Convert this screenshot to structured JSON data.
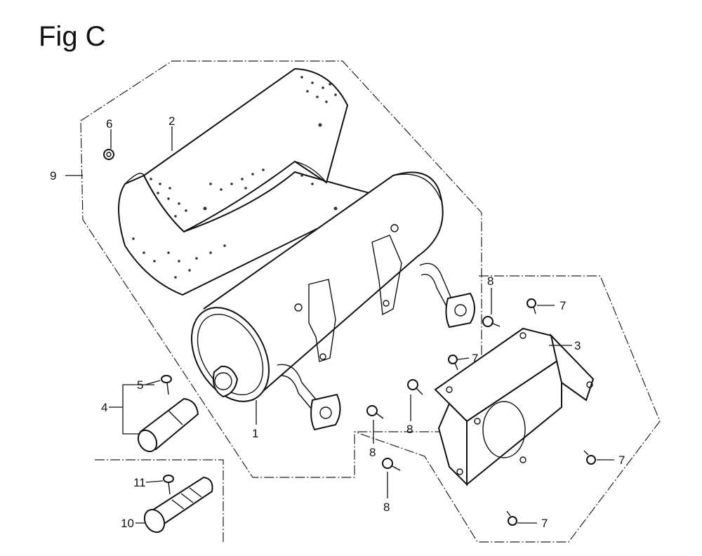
{
  "figure": {
    "title": "Fig C"
  },
  "callouts": {
    "c1": "1",
    "c2": "2",
    "c3": "3",
    "c4": "4",
    "c5": "5",
    "c6": "6",
    "c7": "7",
    "c8": "8",
    "c9": "9",
    "c10": "10",
    "c11": "11"
  }
}
